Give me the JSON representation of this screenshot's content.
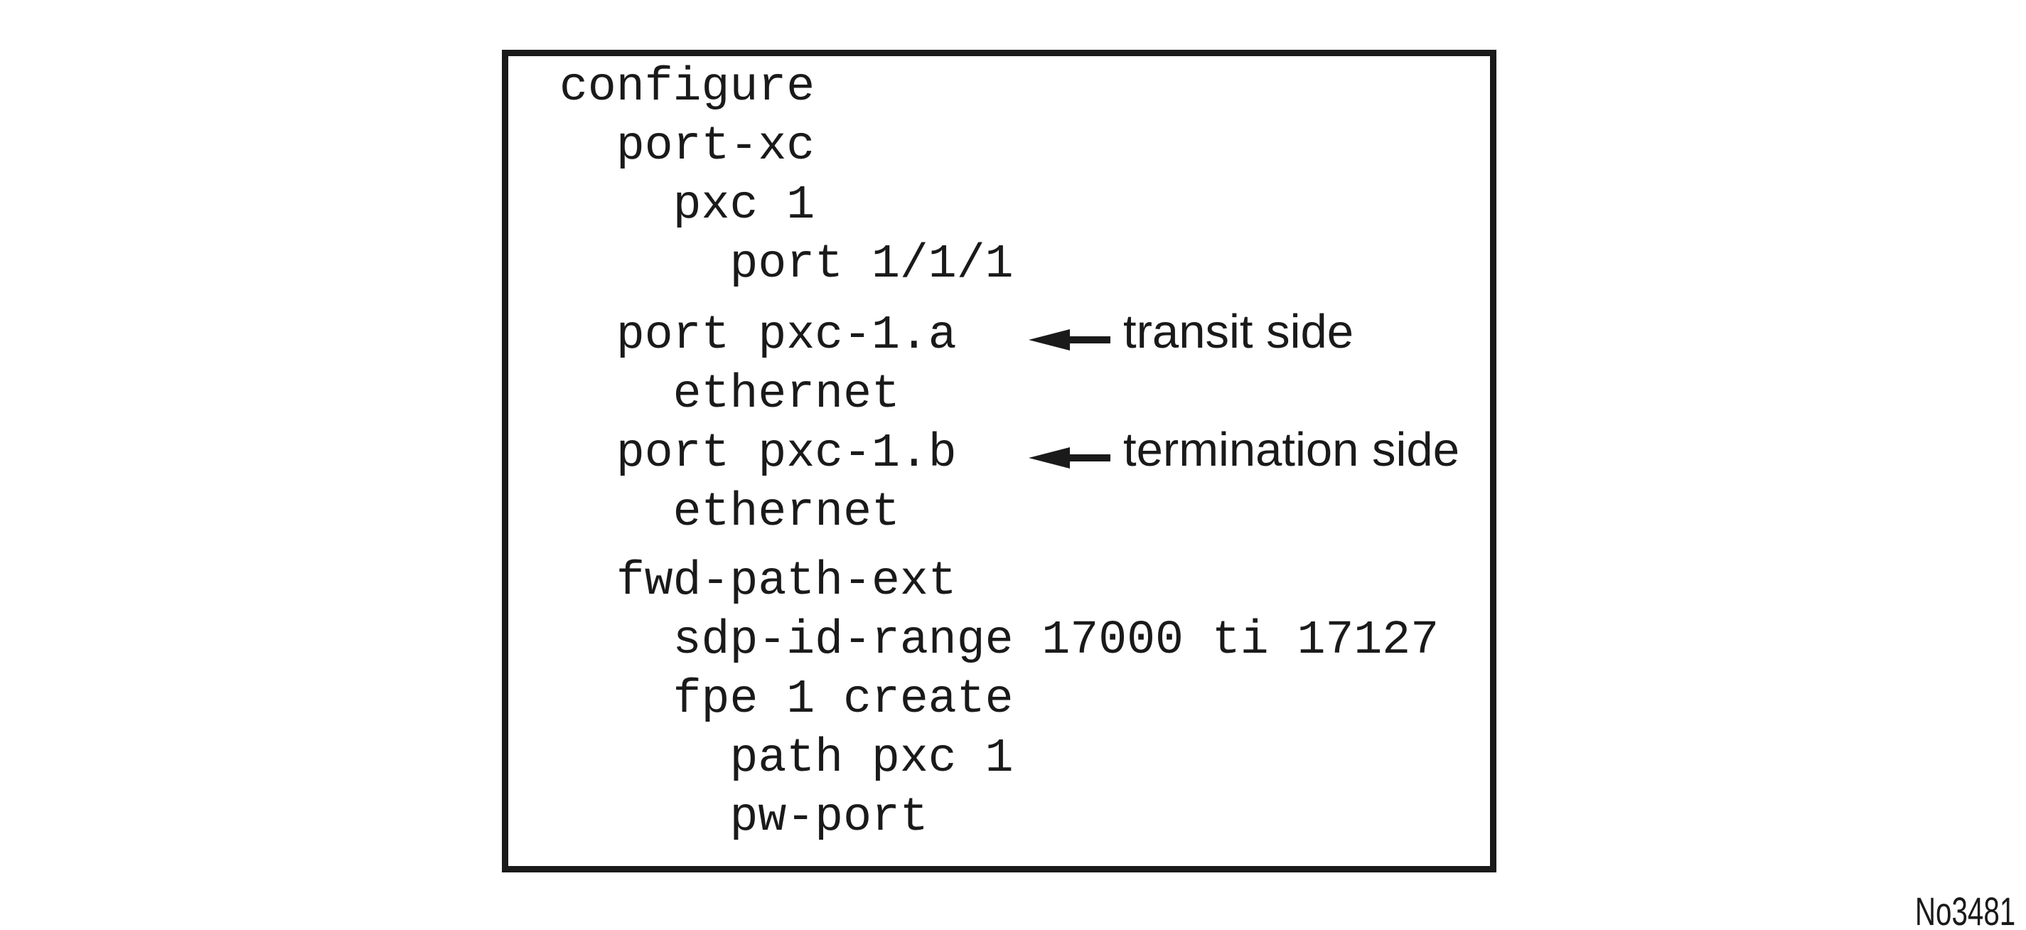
{
  "figure": {
    "code": {
      "groups": [
        {
          "lines": [
            "configure",
            "  port-xc",
            "    pxc 1",
            "      port 1/1/1"
          ]
        },
        {
          "lines": [
            "  port pxc-1.a",
            "    ethernet",
            "  port pxc-1.b",
            "    ethernet"
          ]
        },
        {
          "lines": [
            "  fwd-path-ext",
            "    sdp-id-range 17000 ti 17127",
            "    fpe 1 create",
            "      path pxc 1",
            "      pw-port"
          ]
        }
      ]
    },
    "annotations": [
      {
        "label": "transit side",
        "target_line": "port pxc-1.a"
      },
      {
        "label": "termination side",
        "target_line": "port pxc-1.b"
      }
    ],
    "figure_number": "No3481",
    "colors": {
      "ink": "#1a1a1a",
      "background": "#ffffff"
    }
  }
}
